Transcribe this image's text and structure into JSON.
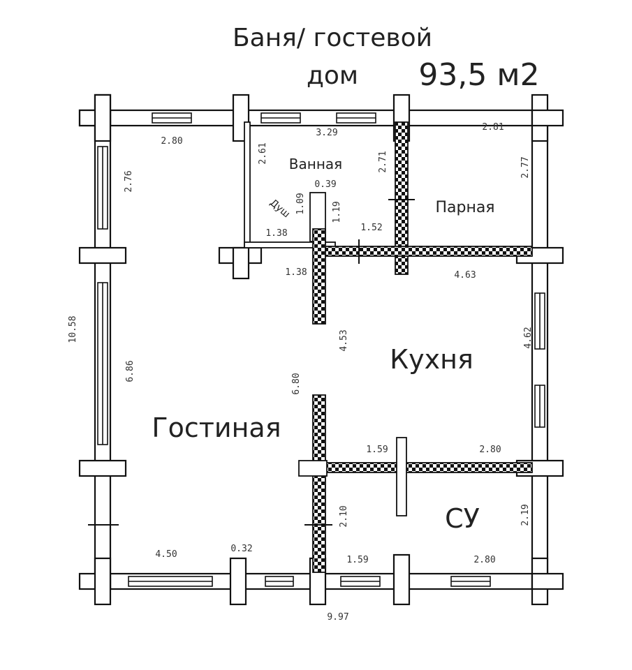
{
  "title": {
    "line1": "Баня/ гостевой",
    "line2": "дом",
    "area": "93,5 м2"
  },
  "rooms": {
    "bath": "Ванная",
    "shower": "Душ",
    "steam": "Парная",
    "kitchen": "Кухня",
    "living": "Гостиная",
    "wc": "СУ"
  },
  "dimensions": {
    "top_left_width": "2.80",
    "top_bath_width": "3.29",
    "top_steam_width": "2.81",
    "left_upper_height": "2.76",
    "overall_height": "10.58",
    "living_height": "6.86",
    "bath_height": "2.61",
    "shower_height": "1.09",
    "shower_gap": "0.39",
    "shower_wall": "1.19",
    "shower_width": "1.38",
    "bath_right_height": "2.71",
    "steam_height": "2.77",
    "bath_door_gap": "1.52",
    "hall_width": "1.38",
    "kitchen_width": "4.63",
    "kitchen_height": "4.53",
    "kitchen_right_height": "4.62",
    "living_inner_height": "6.80",
    "kitchen_bottom_left": "1.59",
    "kitchen_bottom_right": "2.80",
    "wc_left_height": "2.10",
    "wc_right_height": "2.19",
    "bottom_left_width": "4.50",
    "bottom_gap": "0.32",
    "wc_bottom_left": "1.59",
    "wc_bottom_right": "2.80",
    "overall_width": "9.97"
  }
}
